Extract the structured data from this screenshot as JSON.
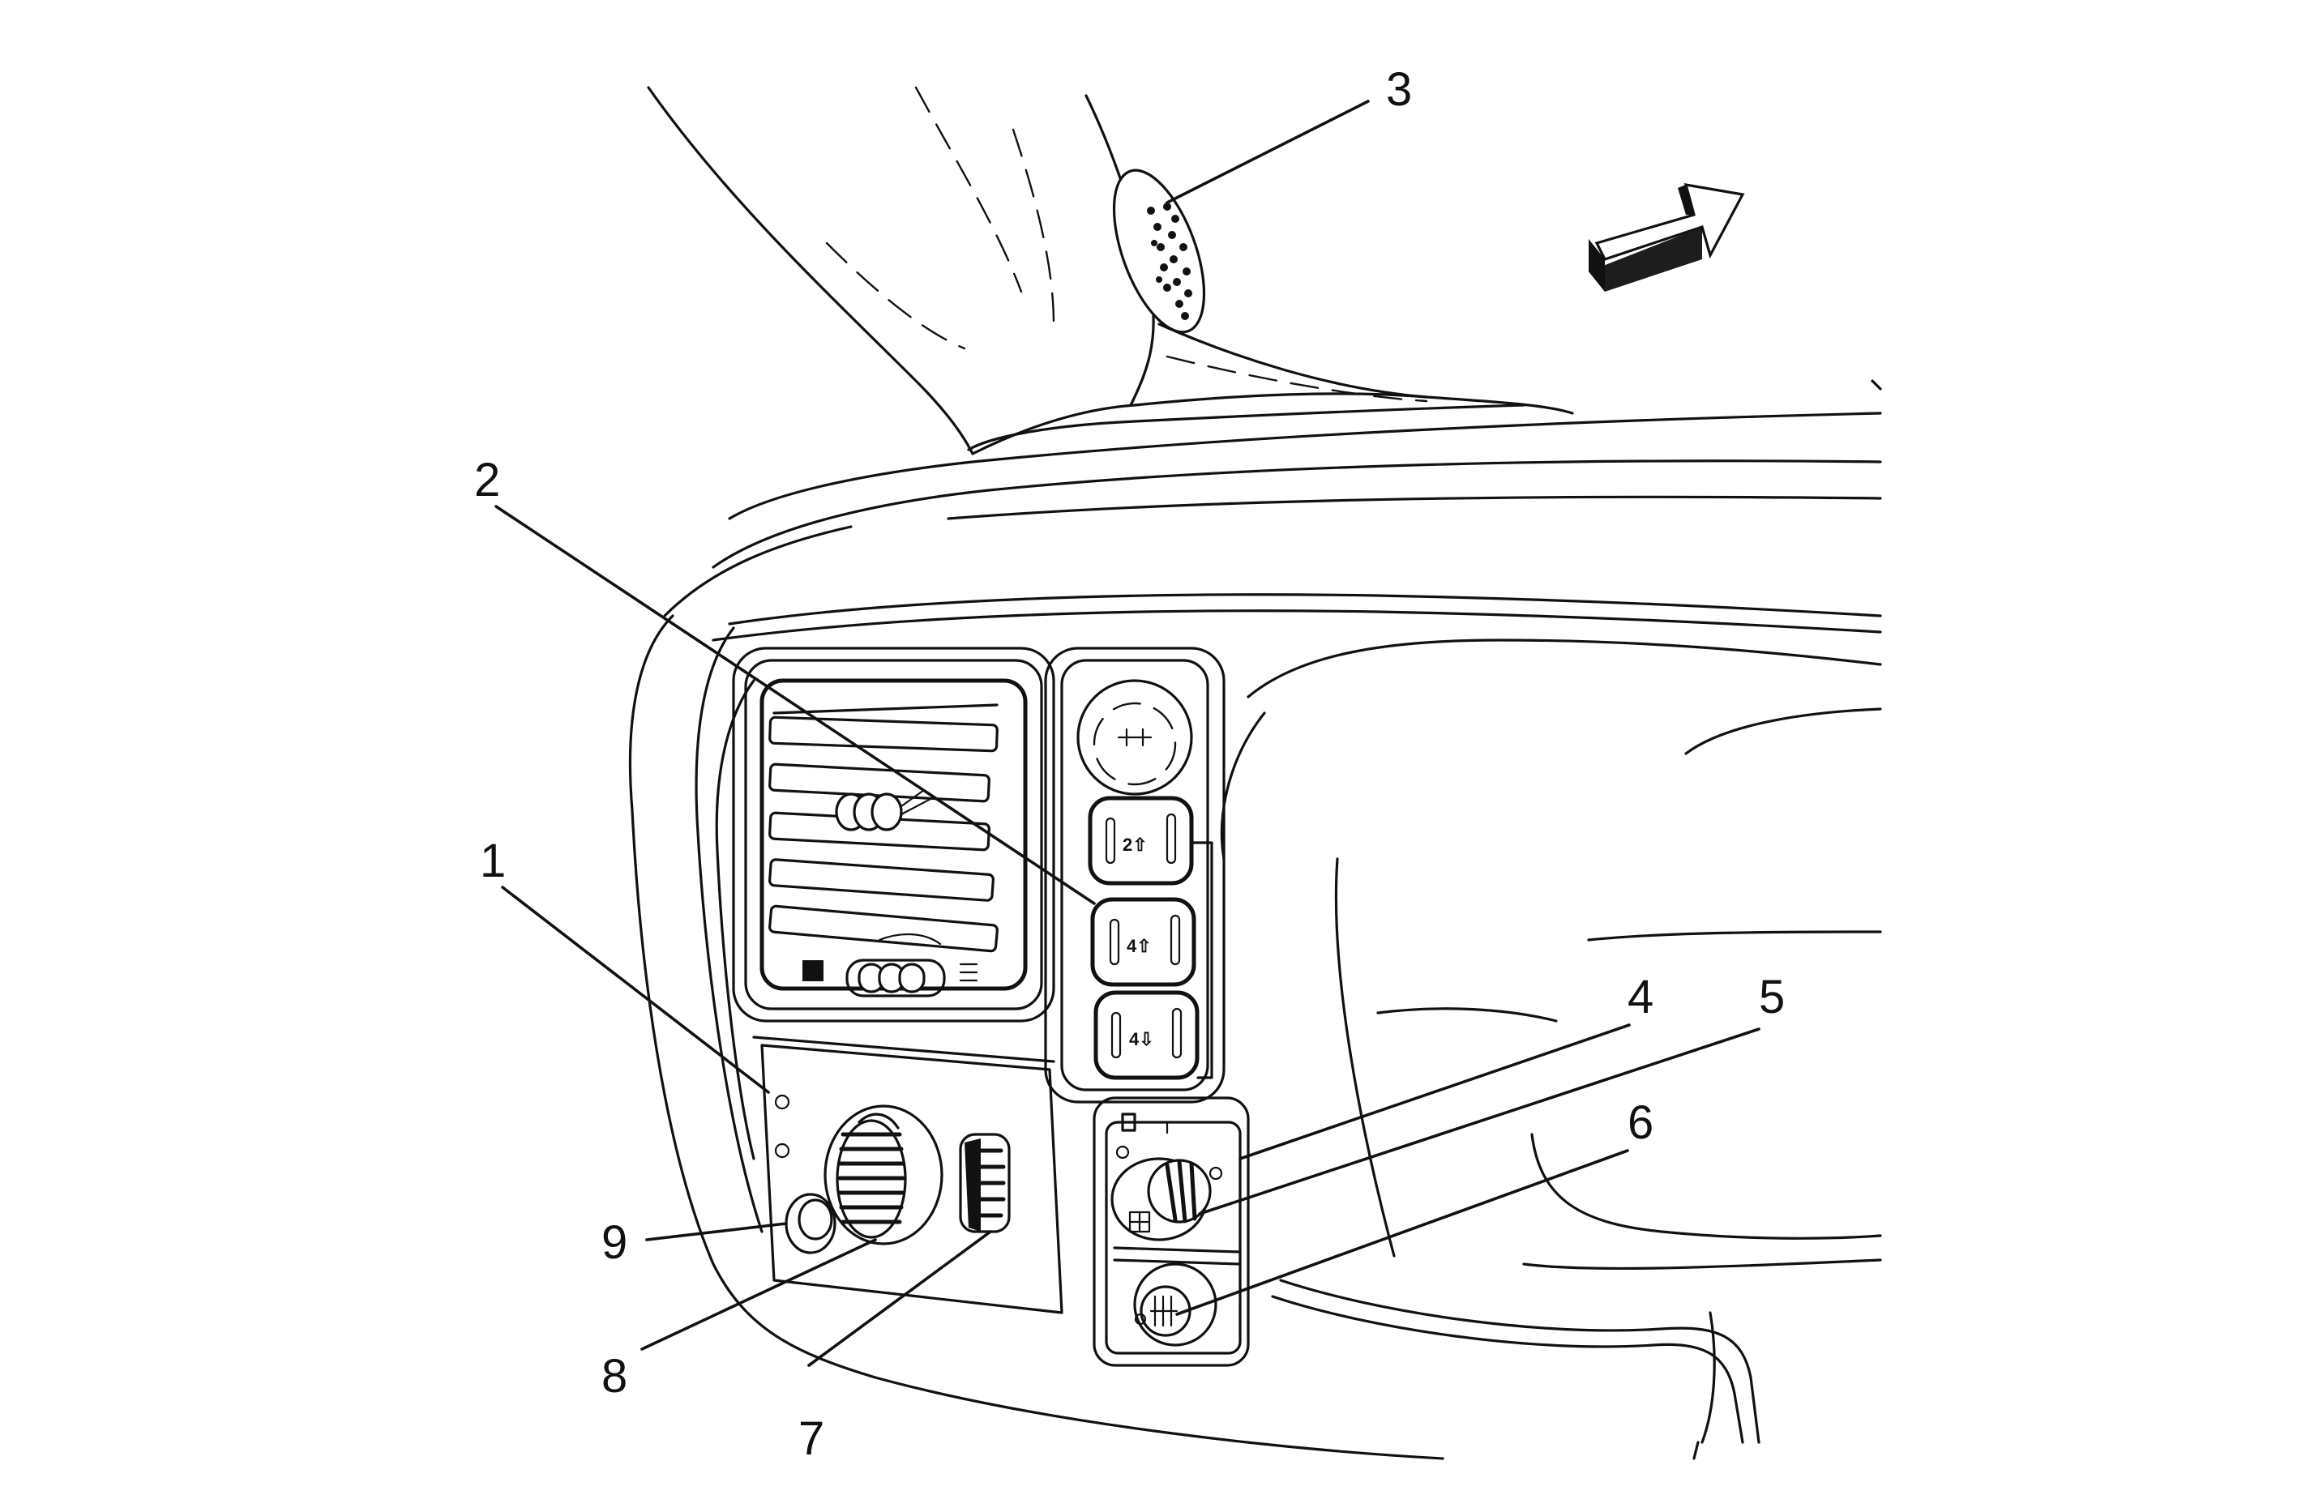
{
  "callouts": [
    {
      "id": "1",
      "text": "1"
    },
    {
      "id": "2",
      "text": "2"
    },
    {
      "id": "3",
      "text": "3"
    },
    {
      "id": "4",
      "text": "4"
    },
    {
      "id": "5",
      "text": "5"
    },
    {
      "id": "6",
      "text": "6"
    },
    {
      "id": "7",
      "text": "7"
    },
    {
      "id": "8",
      "text": "8"
    },
    {
      "id": "9",
      "text": "9"
    }
  ],
  "switch_labels": {
    "two_high": "2⇧",
    "four_high": "4⇧",
    "four_low": "4⇩"
  },
  "colors": {
    "line": "#111111",
    "background": "#ffffff"
  },
  "icons": [
    "direction-arrow-icon",
    "speaker-grille-icon",
    "headlamp-switch-icon",
    "rear-defog-icon",
    "dimmer-wheel-icon"
  ]
}
